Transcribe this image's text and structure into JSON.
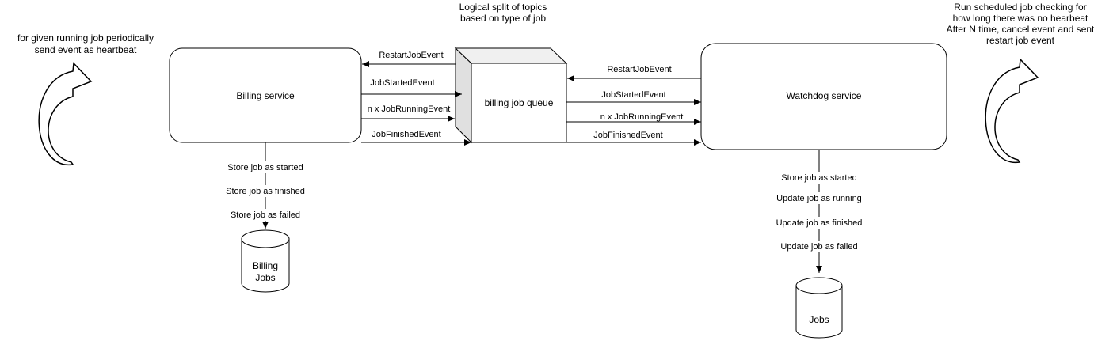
{
  "nodes": {
    "billing_service": "Billing service",
    "watchdog_service": "Watchdog service",
    "billing_job_queue": "billing job queue",
    "billing_db": [
      "Billing",
      "Jobs"
    ],
    "watchdog_db": "Jobs"
  },
  "notes": {
    "heartbeat": [
      "for given running job periodically",
      "send event as heartbeat"
    ],
    "topics": [
      "Logical split of topics",
      "based on type of job"
    ],
    "watchdog": [
      "Run scheduled job checking for",
      "how long there was no hearbeat",
      "After N time, cancel event and sent",
      "restart job event"
    ]
  },
  "edges": {
    "billing_restart": "RestartJobEvent",
    "billing_started": "JobStartedEvent",
    "billing_running": "n x JobRunningEvent",
    "billing_finished": "JobFinishedEvent",
    "watchdog_restart": "RestartJobEvent",
    "watchdog_started": "JobStartedEvent",
    "watchdog_running": "n x JobRunningEvent",
    "watchdog_finished": "JobFinishedEvent"
  },
  "billing_store": [
    "Store job as started",
    "Store job as finished",
    "Store job as failed"
  ],
  "watchdog_store": [
    "Store job as started",
    "Update job as running",
    "Update job as finished",
    "Update job as failed"
  ]
}
